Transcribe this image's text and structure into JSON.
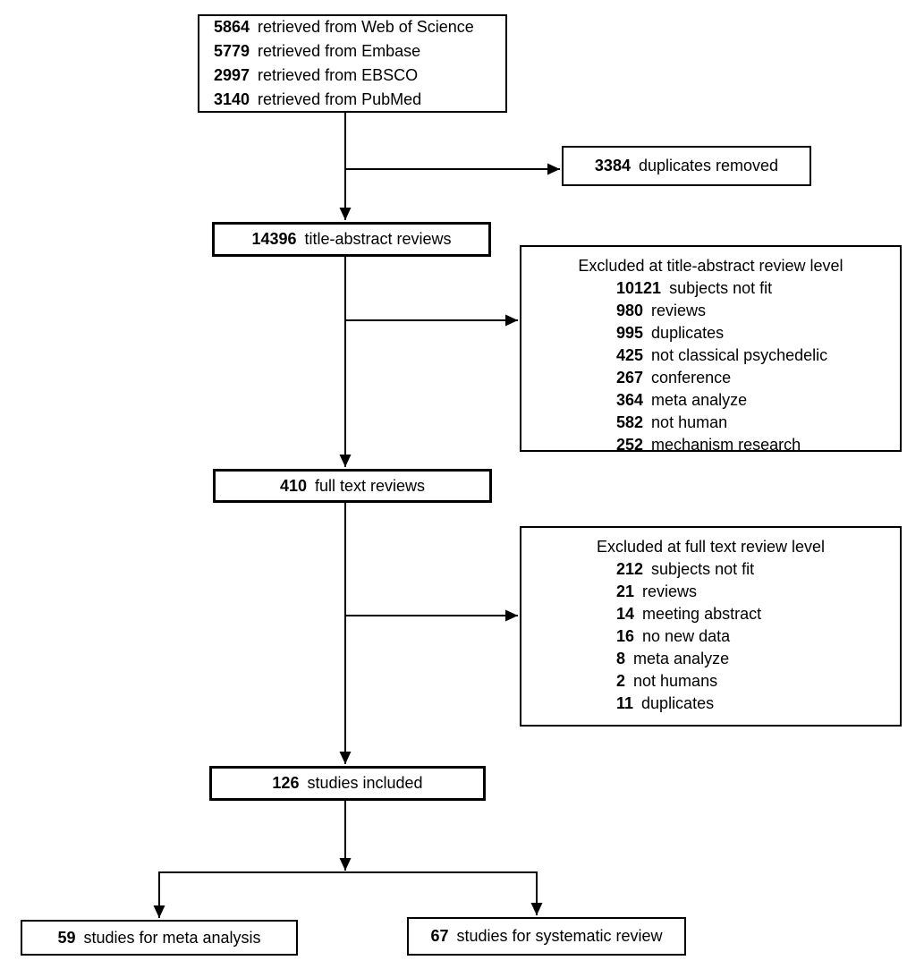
{
  "page": {
    "background": "#ffffff",
    "line_color": "#000000",
    "text_color": "#000000"
  },
  "flow": {
    "sources": {
      "lines": [
        {
          "num": "5864",
          "label": "retrieved from Web of Science"
        },
        {
          "num": "5779",
          "label": "retrieved from Embase"
        },
        {
          "num": "2997",
          "label": "retrieved from EBSCO"
        },
        {
          "num": "3140",
          "label": "retrieved from PubMed"
        }
      ]
    },
    "duplicates_removed": {
      "num": "3384",
      "label": "duplicates removed"
    },
    "title_abstract_reviews": {
      "num": "14396",
      "label": "title-abstract reviews"
    },
    "excluded_title_abstract": {
      "title": "Excluded at title-abstract review level",
      "items": [
        {
          "num": "10121",
          "label": "subjects not fit"
        },
        {
          "num": "980",
          "label": "reviews"
        },
        {
          "num": "995",
          "label": "duplicates"
        },
        {
          "num": "425",
          "label": "not classical psychedelic"
        },
        {
          "num": "267",
          "label": "conference"
        },
        {
          "num": "364",
          "label": "meta analyze"
        },
        {
          "num": "582",
          "label": "not human"
        },
        {
          "num": "252",
          "label": "mechanism research"
        }
      ]
    },
    "full_text_reviews": {
      "num": "410",
      "label": "full text reviews"
    },
    "excluded_full_text": {
      "title": "Excluded at full text review level",
      "items": [
        {
          "num": "212",
          "label": "subjects not fit"
        },
        {
          "num": "21",
          "label": "reviews"
        },
        {
          "num": "14",
          "label": "meeting abstract"
        },
        {
          "num": "16",
          "label": "no new data"
        },
        {
          "num": "8",
          "label": "meta analyze"
        },
        {
          "num": "2",
          "label": "not humans"
        },
        {
          "num": "11",
          "label": "duplicates"
        }
      ]
    },
    "studies_included": {
      "num": "126",
      "label": "studies included"
    },
    "meta_analysis": {
      "num": "59",
      "label": "studies for meta analysis"
    },
    "systematic_review": {
      "num": "67",
      "label": "studies for systematic review"
    }
  }
}
